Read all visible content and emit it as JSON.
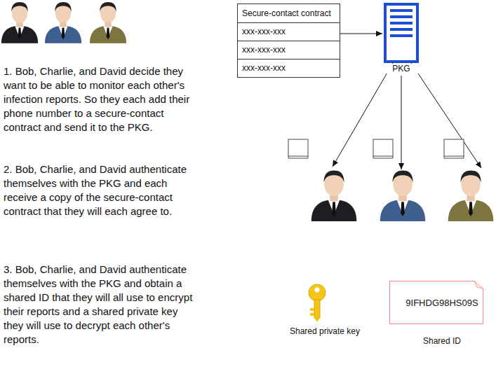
{
  "diagram": {
    "nodes": [
      {
        "text": [
          "Secure-contact contract",
          "xxx-xxx-xxx",
          "xxx-xxx-xxx",
          "xxx-xxx-xxx"
        ]
      },
      {
        "text": [
          "PKG"
        ]
      },
      {
        "text": [
          "9IFHDG98HS09S",
          "Shared ID"
        ]
      }
    ],
    "edges": [
      {
        "from": 0,
        "to": 1,
        "arrow": "to"
      }
    ],
    "labels": [
      "1. Bob, Charlie, and David decide they want to be able to monitor each other's infection reports. So they each add their phone number to a secure-contact contract and send it to the PKG.",
      "2. Bob, Charlie, and David authenticate themselves with the PKG and each receive a copy of the secure-contact contract that they will each agree to.",
      "3. Bob, Charlie, and David authenticate themselves with the PKG and obtain a shared ID that they will all use to encrypt their reports and a shared private key they will use to decrypt each other's reports.",
      "Shared private key"
    ]
  }
}
